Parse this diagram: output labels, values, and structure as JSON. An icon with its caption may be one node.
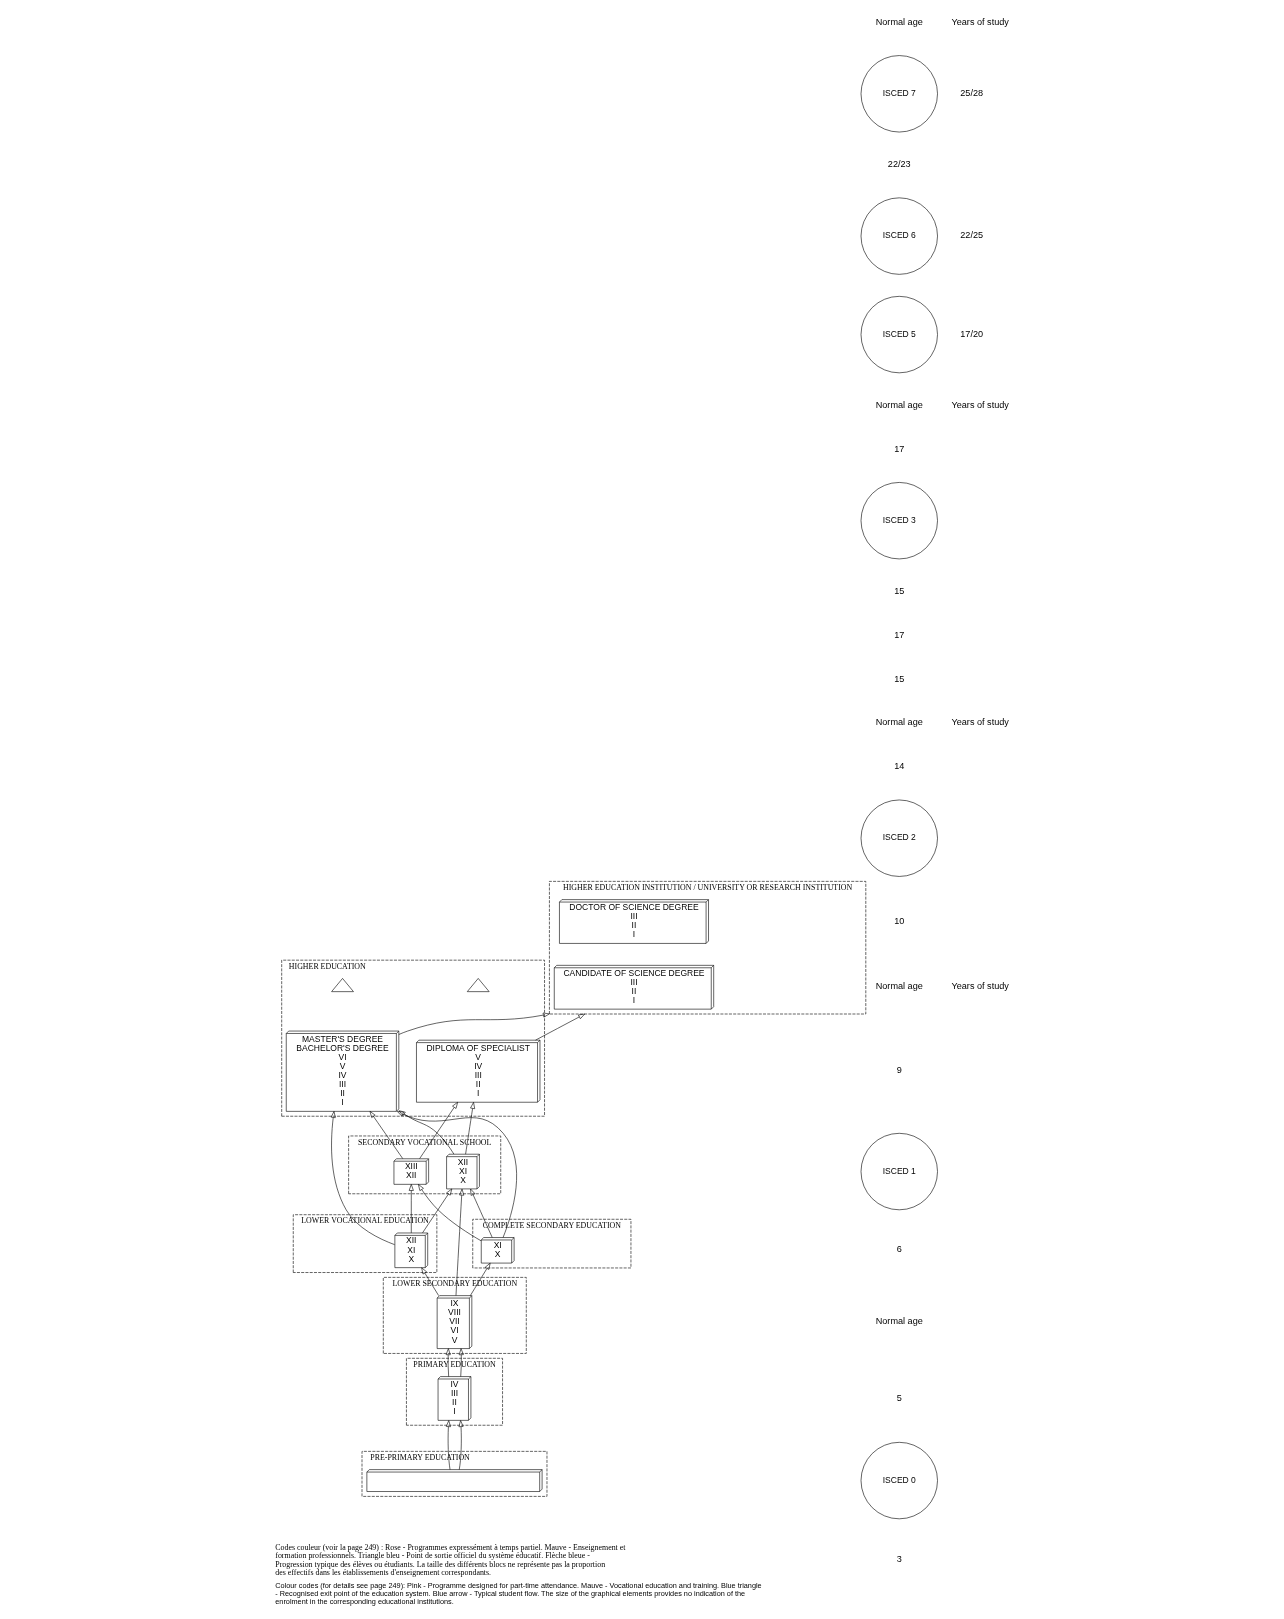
{
  "diagram": {
    "caption": "Colour codes (for details see page 249): Pink - Programme designed for part-time attendance. Mauve - Vocational education and training. Blue triangle - Recognised exit point of the education system. Blue arrow - Typical student flow. The size of the graphical elements provides no indication of the enrolment in the corresponding educational institutions.",
    "nodes": [
      {
        "text": [
          "HIGHER EDUCATION INSTITUTION / UNIVERSITY OR RESEARCH INSTITUTION"
        ]
      },
      {
        "text": [
          "DOCTOR OF SCIENCE DEGREE",
          "III",
          "II",
          "I"
        ],
        "in": 0
      },
      {
        "text": [
          "CANDIDATE OF SCIENCE DEGREE",
          "III",
          "II",
          "I"
        ],
        "in": 0
      },
      {
        "text": [
          "HIGHER EDUCATION"
        ]
      },
      {
        "text": [],
        "shape": "triangle",
        "in": 3
      },
      {
        "text": [
          "DIPLOMA OF SPECIALIST",
          "V",
          "IV",
          "III",
          "II",
          "I"
        ],
        "in": 3
      },
      {
        "text": [
          "MASTER'S DEGREE",
          "BACHELOR'S DEGREE",
          "VI",
          "V",
          "IV",
          "III",
          "II",
          "I"
        ],
        "in": 3
      },
      {
        "text": [],
        "shape": "triangle",
        "in": 3
      },
      {
        "text": [
          "SECONDARY VOCATIONAL SCHOOL"
        ]
      },
      {
        "text": [
          "XII",
          "XI",
          "X"
        ],
        "in": 8
      },
      {
        "text": [
          "XIII",
          "XII"
        ],
        "in": 8
      },
      {
        "text": [
          "LOWER VOCATIONAL EDUCATION"
        ]
      },
      {
        "text": [
          "XII",
          "XI",
          "X"
        ],
        "in": 11
      },
      {
        "text": [
          "COMPLETE SECONDARY EDUCATION"
        ]
      },
      {
        "text": [
          "XI",
          "X"
        ],
        "in": 13
      },
      {
        "text": [
          "LOWER SECONDARY EDUCATION"
        ]
      },
      {
        "text": [
          "IX",
          "VIII",
          "VII",
          "VI",
          "V"
        ],
        "in": 15
      },
      {
        "text": [
          "PRIMARY EDUCATION"
        ]
      },
      {
        "text": [
          "IV",
          "III",
          "II",
          "I"
        ],
        "in": 17
      },
      {
        "text": [
          "PRE-PRIMARY EDUCATION"
        ]
      },
      {
        "text": [],
        "shape": "box",
        "in": 19
      },
      {
        "text": [
          "ISCED 7"
        ]
      },
      {
        "text": [
          "ISCED 6"
        ]
      },
      {
        "text": [
          "ISCED 5"
        ]
      },
      {
        "text": [
          "ISCED 3"
        ]
      },
      {
        "text": [
          "ISCED 2"
        ]
      },
      {
        "text": [
          "ISCED 1"
        ]
      },
      {
        "text": [
          "ISCED 0"
        ]
      }
    ],
    "edges": [
      {
        "from": 20,
        "to": 18,
        "arrow": "to"
      },
      {
        "from": 20,
        "to": 18,
        "arrow": "to"
      },
      {
        "from": 18,
        "to": 16,
        "arrow": "to"
      },
      {
        "from": 18,
        "to": 16,
        "arrow": "to"
      },
      {
        "from": 16,
        "to": 12,
        "arrow": "to"
      },
      {
        "from": 16,
        "to": 14,
        "arrow": "to"
      },
      {
        "from": 16,
        "to": 9,
        "arrow": "to"
      },
      {
        "from": 12,
        "to": 9,
        "arrow": "to"
      },
      {
        "from": 12,
        "to": 10,
        "arrow": "to"
      },
      {
        "from": 12,
        "to": 6,
        "arrow": "to"
      },
      {
        "from": 14,
        "to": 9,
        "arrow": "to"
      },
      {
        "from": 14,
        "to": 10,
        "arrow": "to"
      },
      {
        "from": 14,
        "to": 6,
        "arrow": "to"
      },
      {
        "from": 9,
        "to": 5,
        "arrow": "to"
      },
      {
        "from": 9,
        "to": 6,
        "arrow": "to"
      },
      {
        "from": 10,
        "to": 5,
        "arrow": "to"
      },
      {
        "from": 10,
        "to": 6,
        "arrow": "to"
      },
      {
        "from": 5,
        "to": 0,
        "arrow": "to"
      },
      {
        "from": 6,
        "to": 0,
        "arrow": "to"
      }
    ],
    "labels": [
      "Normal age",
      "Years of study",
      "25/28",
      "22/23",
      "22/25",
      "17/20",
      "Normal age",
      "17",
      "Years of study",
      "15",
      "17",
      "15",
      "Normal age",
      "14",
      "Years of study",
      "10",
      "Normal age",
      "Years of study",
      "9",
      "6",
      "Normal age",
      "5",
      "3",
      "Codes couleur (voir la page 249) : Rose - Programmes expressément à temps partiel. Mauve - Enseignement et formation professionnels. Triangle bleu - Point de sortie officiel du système éducatif. Flèche bleue - Progression typique des élèves ou étudiants. La taille des différents blocs ne représente pas la proportion des effectifs dans les établissements d'enseignement correspondants."
    ]
  }
}
